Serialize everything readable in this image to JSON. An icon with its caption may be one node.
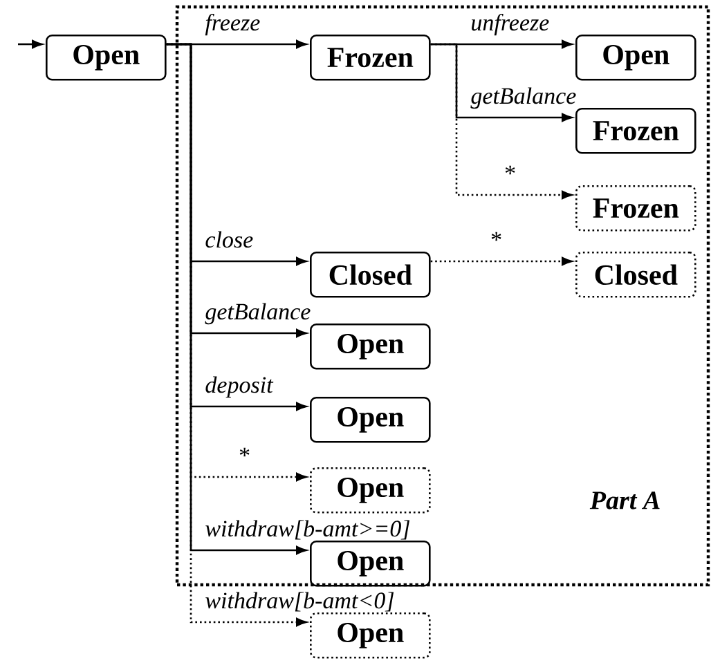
{
  "diagram": {
    "nodes": [
      {
        "text": [
          "Open"
        ]
      },
      {
        "text": [
          "Part A"
        ]
      },
      {
        "text": [
          "Frozen"
        ],
        "in": 1
      },
      {
        "text": [
          "Open"
        ],
        "in": 1
      },
      {
        "text": [
          "Frozen"
        ],
        "in": 1
      },
      {
        "text": [
          "Frozen"
        ],
        "in": 1
      },
      {
        "text": [
          "Closed"
        ],
        "in": 1
      },
      {
        "text": [
          "Closed"
        ],
        "in": 1
      },
      {
        "text": [
          "Open"
        ],
        "in": 1
      },
      {
        "text": [
          "Open"
        ],
        "in": 1
      },
      {
        "text": [
          "Open"
        ],
        "in": 1
      },
      {
        "text": [
          "Open"
        ],
        "in": 1
      },
      {
        "text": [
          "Open"
        ]
      }
    ],
    "edges": [
      {
        "from": null,
        "to": 0,
        "arrow": "to"
      },
      {
        "from": 0,
        "to": 2,
        "arrow": "to",
        "label": "freeze"
      },
      {
        "from": 2,
        "to": 3,
        "arrow": "to",
        "label": "unfreeze"
      },
      {
        "from": 2,
        "to": 4,
        "arrow": "to",
        "label": "getBalance"
      },
      {
        "from": 2,
        "to": 5,
        "arrow": "to",
        "label": "*",
        "style": "dashed"
      },
      {
        "from": 0,
        "to": 6,
        "arrow": "to",
        "label": "close"
      },
      {
        "from": 6,
        "to": 7,
        "arrow": "to",
        "label": "*",
        "style": "dashed"
      },
      {
        "from": 0,
        "to": 8,
        "arrow": "to",
        "label": "getBalance"
      },
      {
        "from": 0,
        "to": 9,
        "arrow": "to",
        "label": "deposit"
      },
      {
        "from": 0,
        "to": 10,
        "arrow": "to",
        "label": "*",
        "style": "dashed"
      },
      {
        "from": 0,
        "to": 11,
        "arrow": "to",
        "label": "withdraw[b-amt>=0]"
      },
      {
        "from": 0,
        "to": 12,
        "arrow": "to",
        "label": "withdraw[b-amt<0]",
        "style": "dashed"
      }
    ]
  }
}
